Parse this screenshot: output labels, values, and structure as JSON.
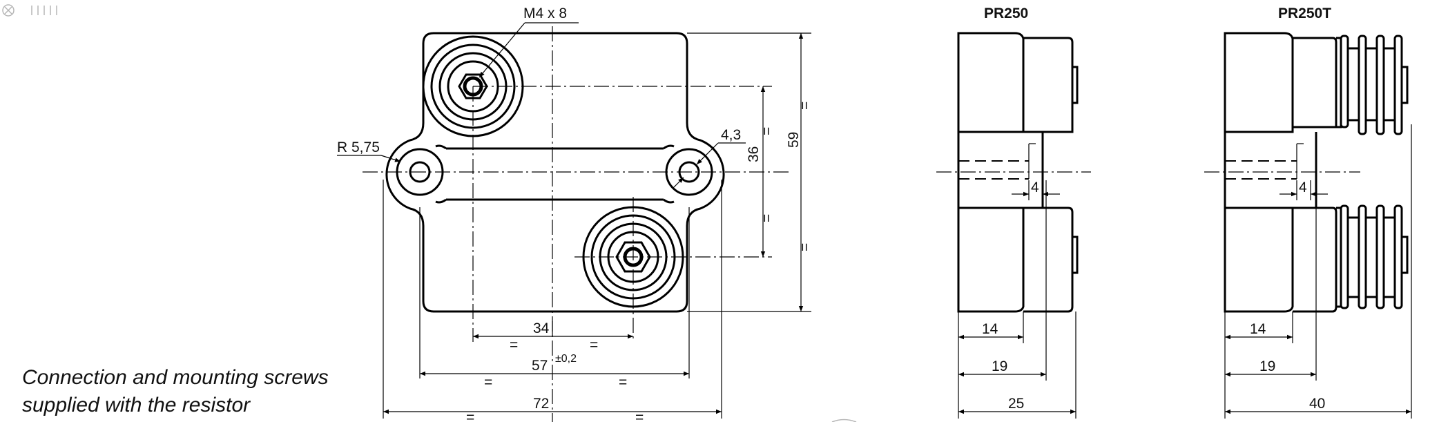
{
  "front_view": {
    "thread_callout": "M4 x 8",
    "radius_callout": "R 5,75",
    "hole_callout": "4,3",
    "dim_height_inner": "36",
    "dim_height_total": "59",
    "dim_terminal_spacing": "34",
    "dim_mount_spacing": "57",
    "dim_mount_tolerance": "±0,2",
    "dim_total_width": "72",
    "equal_mark": "="
  },
  "side_view_pr250": {
    "title": "PR250",
    "dim_slot": "4",
    "dim_a": "14",
    "dim_b": "19",
    "dim_total": "25"
  },
  "side_view_pr250t": {
    "title": "PR250T",
    "dim_slot": "4",
    "dim_a": "14",
    "dim_b": "19",
    "dim_total": "40"
  },
  "note": {
    "line1": "Connection and mounting screws",
    "line2": "supplied with the resistor"
  },
  "corner_icon": "close-circle-icon"
}
